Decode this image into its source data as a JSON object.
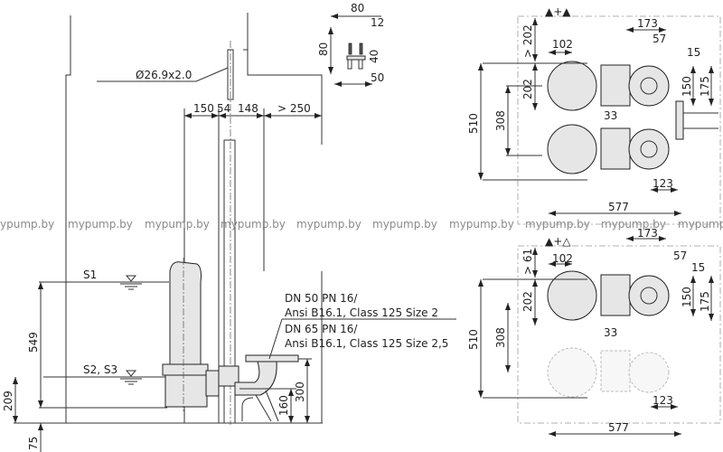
{
  "section_view": {
    "pipe_label": "Ø26.9x2.0",
    "dims_top": [
      "150",
      "54",
      "148",
      "> 250"
    ],
    "level_labels": [
      "S1",
      "S2, S3"
    ],
    "dims_vertical": [
      "549",
      "209",
      "75",
      "300",
      "160"
    ],
    "flange_note": [
      "DN 50 PN 16/",
      "Ansi B16.1, Class 125 Size 2",
      "DN 65 PN 16/",
      "Ansi B16.1, Class 125 Size 2,5"
    ]
  },
  "bracket_detail": {
    "dims": [
      "80",
      "12",
      "80",
      "40",
      "50"
    ]
  },
  "plan_top": {
    "symbol": "▲+▲",
    "dims": [
      "> 202",
      "102",
      "202",
      "510",
      "308",
      "173",
      "57",
      "15",
      "150",
      "175",
      "33",
      "123",
      "577"
    ]
  },
  "plan_bottom": {
    "symbol": "▲+△",
    "dims": [
      "> 61",
      "102",
      "202",
      "510",
      "308",
      "173",
      "57",
      "15",
      "150",
      "175",
      "33",
      "123",
      "577"
    ]
  },
  "watermarks": [
    "ypump.by",
    "mypump.by",
    "mypump.by",
    "mypump.by",
    "mypump.by",
    "mypump.by",
    "mypump.by",
    "mypump.by",
    "mypump.by",
    "mypump.by"
  ]
}
